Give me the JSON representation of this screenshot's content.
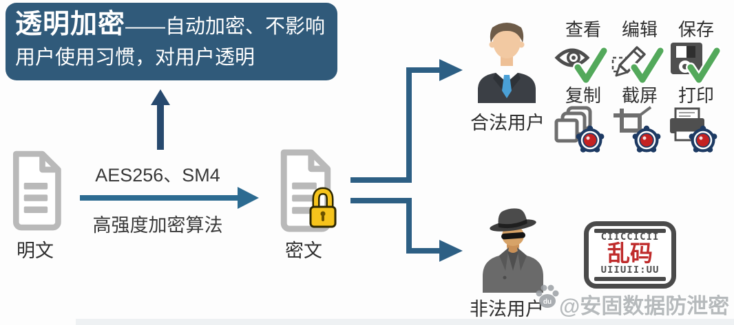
{
  "title": {
    "heading": "透明加密",
    "line1_rest": "——自动加密、不影响",
    "line2": "用户使用习惯，对用户透明"
  },
  "flow": {
    "plaintext_label": "明文",
    "ciphertext_label": "密文",
    "algorithms": "AES256、SM4",
    "algorithm_note": "高强度加密算法"
  },
  "users": {
    "legitimate": "合法用户",
    "illegitimate": "非法用户"
  },
  "permissions": [
    {
      "id": "view",
      "label": "查看",
      "status": "allowed"
    },
    {
      "id": "edit",
      "label": "编辑",
      "status": "allowed"
    },
    {
      "id": "save",
      "label": "保存",
      "status": "allowed"
    },
    {
      "id": "copy",
      "label": "复制",
      "status": "controlled"
    },
    {
      "id": "screenshot",
      "label": "截屏",
      "status": "controlled"
    },
    {
      "id": "print",
      "label": "打印",
      "status": "controlled"
    }
  ],
  "garbled": {
    "noise_top": "CIICCICII",
    "text": "乱码",
    "noise_bottom": "UIIUII:UU"
  },
  "watermark": {
    "badge": "du",
    "text": "@安固数据防泄密"
  },
  "colors": {
    "panel": "#305a7a",
    "arrow": "#2c6b91",
    "arrow_dark": "#27496e",
    "branch": "#2d5f84",
    "doc": "#b9b9b9",
    "lock": "#f6c41c",
    "check": "#53a95b",
    "badge_navy": "#1d3a63",
    "badge_red": "#c42222",
    "garbled_red": "#bf2b2b"
  }
}
